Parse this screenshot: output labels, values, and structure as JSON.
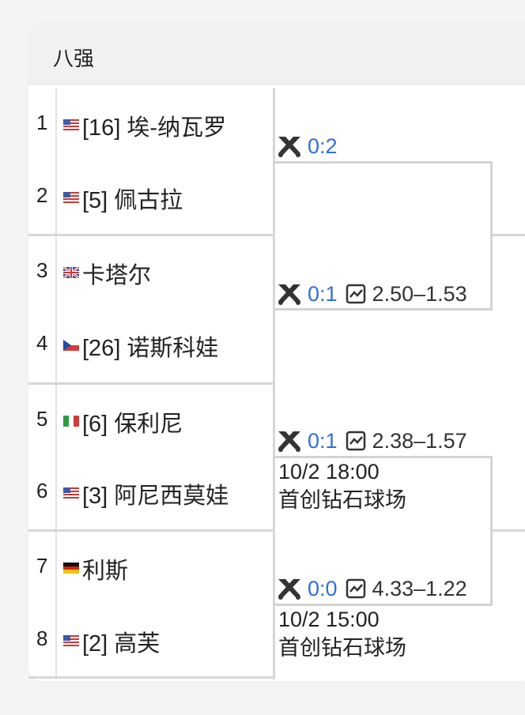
{
  "round_title": "八强",
  "players": [
    {
      "num": "1",
      "flag": "usa",
      "name": "[16] 埃-纳瓦罗"
    },
    {
      "num": "2",
      "flag": "usa",
      "name": "[5] 佩古拉"
    },
    {
      "num": "3",
      "flag": "gbr",
      "name": " 卡塔尔"
    },
    {
      "num": "4",
      "flag": "cze",
      "name": "[26] 诺斯科娃"
    },
    {
      "num": "5",
      "flag": "ita",
      "name": "[6] 保利尼"
    },
    {
      "num": "6",
      "flag": "usa",
      "name": "[3] 阿尼西莫娃"
    },
    {
      "num": "7",
      "flag": "ger",
      "name": " 利斯"
    },
    {
      "num": "8",
      "flag": "usa",
      "name": "[2] 高芙"
    }
  ],
  "matches": [
    {
      "h2h_icon": "crossed-rackets-icon",
      "score": "0:2"
    },
    {
      "h2h_icon": "crossed-rackets-icon",
      "score": "0:1",
      "odds_icon": "line-chart-icon",
      "odds": "2.50–1.53"
    },
    {
      "h2h_icon": "crossed-rackets-icon",
      "score": "0:1",
      "odds_icon": "line-chart-icon",
      "odds": "2.38–1.57",
      "time": "10/2 18:00",
      "venue": "首创钻石球场"
    },
    {
      "h2h_icon": "crossed-rackets-icon",
      "score": "0:0",
      "odds_icon": "line-chart-icon",
      "odds": "4.33–1.22",
      "time": "10/2 15:00",
      "venue": "首创钻石球场"
    }
  ],
  "colors": {
    "score": "#2f6fe0",
    "border": "#d3d3d3",
    "header_bg": "#f1f1f1"
  }
}
